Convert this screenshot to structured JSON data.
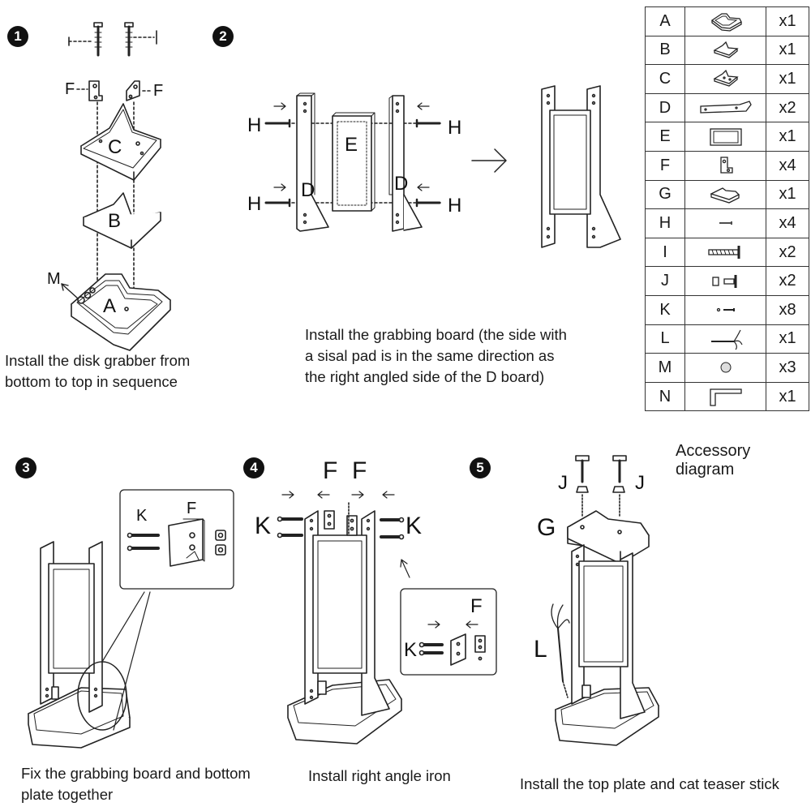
{
  "steps": [
    {
      "number": "1",
      "caption_lines": [
        "Install the disk grabber from",
        "bottom to top in sequence"
      ],
      "labels": {
        "f_left": "F",
        "f_right": "F",
        "c": "C",
        "b": "B",
        "a": "A",
        "m": "M"
      }
    },
    {
      "number": "2",
      "caption_lines": [
        "Install the grabbing board (the side with",
        "a sisal pad is in the same direction as",
        "the right angled side of the D board)"
      ],
      "labels": {
        "h1": "H",
        "h2": "H",
        "h3": "H",
        "h4": "H",
        "e": "E",
        "d_left": "D",
        "d_right": "D"
      }
    },
    {
      "number": "3",
      "caption_lines": [
        "Fix the grabbing board and bottom",
        "plate together"
      ],
      "labels": {
        "k": "K",
        "f": "F"
      }
    },
    {
      "number": "4",
      "caption_lines": [
        "Install right angle iron"
      ],
      "labels": {
        "f1": "F",
        "f2": "F",
        "k_left": "K",
        "k_right": "K",
        "inset_f": "F",
        "inset_k": "K"
      }
    },
    {
      "number": "5",
      "caption_lines": [
        "Install the top plate and cat teaser stick"
      ],
      "labels": {
        "j_left": "J",
        "j_right": "J",
        "g": "G",
        "l": "L"
      }
    }
  ],
  "accessories": {
    "caption": "Accessory diagram",
    "items": [
      {
        "letter": "A",
        "qty": "x1",
        "icon": "base-plate-icon"
      },
      {
        "letter": "B",
        "qty": "x1",
        "icon": "middle-plate-icon"
      },
      {
        "letter": "C",
        "qty": "x1",
        "icon": "upper-plate-icon"
      },
      {
        "letter": "D",
        "qty": "x2",
        "icon": "side-board-icon"
      },
      {
        "letter": "E",
        "qty": "x1",
        "icon": "grab-board-icon"
      },
      {
        "letter": "F",
        "qty": "x4",
        "icon": "angle-iron-icon"
      },
      {
        "letter": "G",
        "qty": "x1",
        "icon": "top-plate-icon"
      },
      {
        "letter": "H",
        "qty": "x4",
        "icon": "small-screw-icon"
      },
      {
        "letter": "I",
        "qty": "x2",
        "icon": "long-bolt-icon"
      },
      {
        "letter": "J",
        "qty": "x2",
        "icon": "bolt-nut-icon"
      },
      {
        "letter": "K",
        "qty": "x8",
        "icon": "short-screw-icon"
      },
      {
        "letter": "L",
        "qty": "x1",
        "icon": "teaser-stick-icon"
      },
      {
        "letter": "M",
        "qty": "x3",
        "icon": "ball-icon"
      },
      {
        "letter": "N",
        "qty": "x1",
        "icon": "allen-key-icon"
      }
    ]
  }
}
